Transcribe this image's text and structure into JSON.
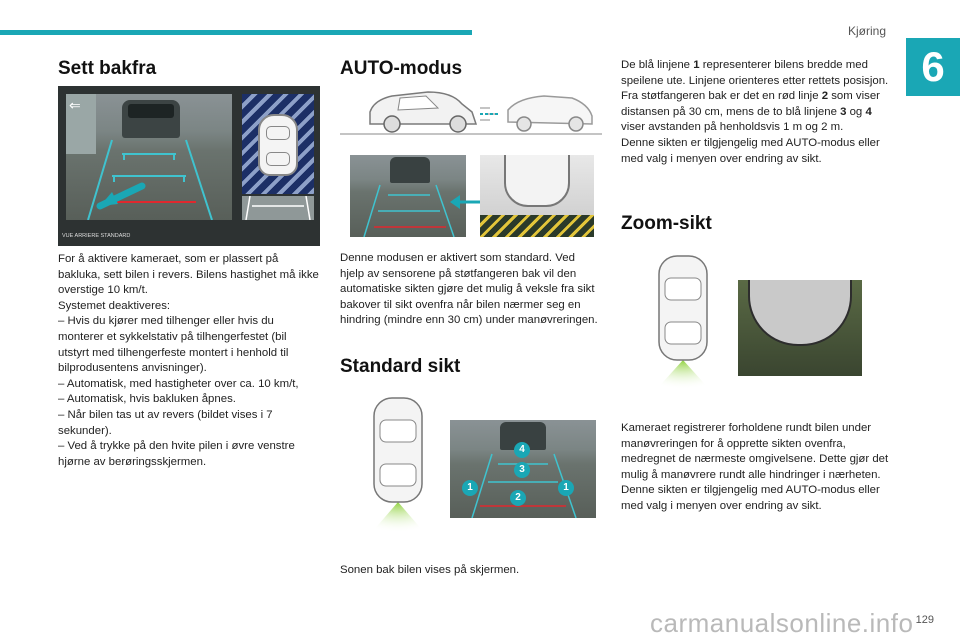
{
  "header": {
    "section": "Kjøring",
    "chapter": "6",
    "page_number": "129"
  },
  "col1": {
    "title": "Sett bakfra",
    "screen_caption": "VUE ARRIERE STANDARD",
    "paragraphs": [
      "For å aktivere kameraet, som er plassert på bakluka, sett bilen i revers. Bilens hastighet må ikke overstige 10 km/t.",
      "Systemet deaktiveres:",
      "– Hvis du kjører med tilhenger eller hvis du monterer et sykkelstativ på tilhengerfestet (bil utstyrt med tilhengerfeste montert i henhold til bilprodusentens anvisninger).",
      "– Automatisk, med hastigheter over ca. 10 km/t,",
      "– Automatisk, hvis bakluken åpnes.",
      "– Når bilen tas ut av revers (bildet vises i 7 sekunder).",
      "– Ved å trykke på den hvite pilen i øvre venstre hjørne av berøringsskjermen."
    ]
  },
  "col2": {
    "auto_title": "AUTO-modus",
    "auto_text": "Denne modusen er aktivert som standard. Ved hjelp av sensorene på støtfangeren bak vil den automatiske sikten gjøre det mulig å veksle fra sikt bakover til sikt ovenfra når bilen nærmer seg en hindring (mindre enn 30 cm) under manøvreringen.",
    "standard_title": "Standard sikt",
    "markers": [
      "1",
      "2",
      "3",
      "4",
      "1"
    ],
    "standard_text": "Sonen bak bilen vises på skjermen."
  },
  "col3": {
    "p1_a": "De blå linjene ",
    "p1_b": "1",
    "p1_c": " representerer bilens bredde med speilene ute. Linjene orienteres etter rettets posisjon.",
    "p2_a": "Fra støtfangeren bak er det en rød linje ",
    "p2_b": "2",
    "p2_c": " som viser distansen på 30 cm, mens de to blå linjene ",
    "p2_d": "3",
    "p2_e": " og ",
    "p2_f": "4",
    "p2_g": " viser avstanden på henholdsvis 1 m og 2 m.",
    "p3": "Denne sikten er tilgjengelig med AUTO-modus eller med valg i menyen over endring av sikt.",
    "zoom_title": "Zoom-sikt",
    "zoom_text": "Kameraet registrerer forholdene rundt bilen under manøvreringen for å opprette sikten ovenfra, medregnet de nærmeste omgivelsene. Dette gjør det mulig å manøvrere rundt alle hindringer i nærheten.",
    "zoom_text2": "Denne sikten er tilgjengelig med AUTO-modus eller med valg i menyen over endring av sikt."
  },
  "watermark": "carmanualsonline.info",
  "colors": {
    "accent": "#1aa7b5",
    "guide_blue": "#3fc3cf",
    "guide_red": "#e0282e",
    "hatch": "#1c2f66",
    "green": "#8fd13d"
  }
}
